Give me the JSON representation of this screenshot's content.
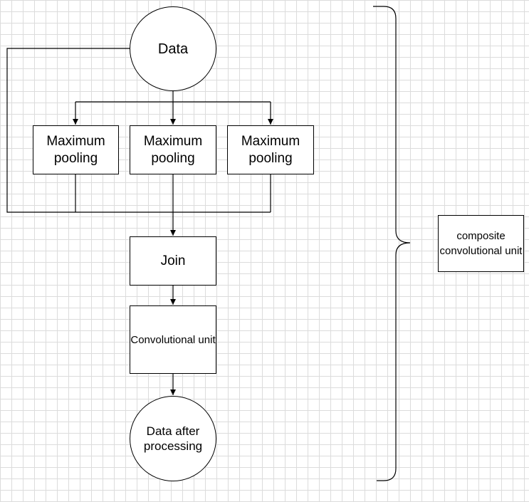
{
  "nodes": {
    "data": "Data",
    "pool_1": "Maximum pooling",
    "pool_2": "Maximum pooling",
    "pool_3": "Maximum pooling",
    "join": "Join",
    "conv": "Convolutional unit",
    "output": "Data after processing",
    "composite": "composite convolutional unit"
  },
  "colors": {
    "stroke": "#000000",
    "grid": "#dcdcdc",
    "background": "#ffffff"
  }
}
